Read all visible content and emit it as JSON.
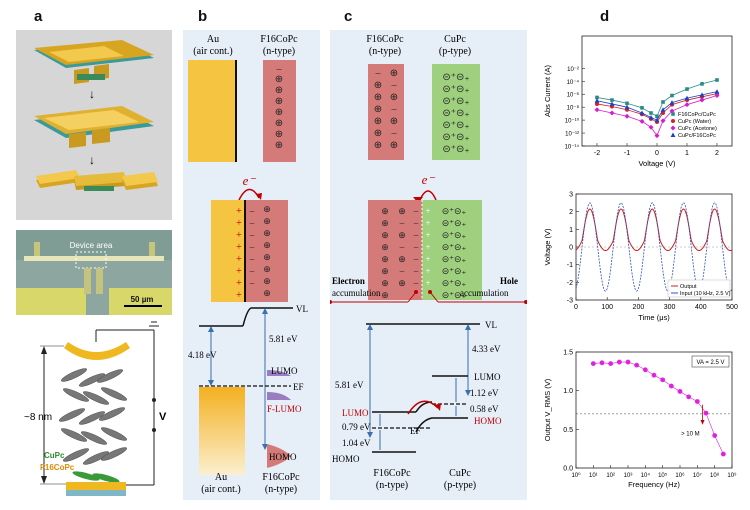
{
  "panels": {
    "a": "a",
    "b": "b",
    "c": "c",
    "d": "d"
  },
  "panel_a": {
    "device_area_label": "Device area",
    "scale_bar": "50 µm",
    "distance_label": "~8 nm",
    "voltage_label": "V",
    "cupc_label": "CuPc",
    "f16copc_label": "F16CoPc"
  },
  "panel_b": {
    "au_title_1": "Au",
    "au_title_2": "(air cont.)",
    "f16_title_1": "F16CoPc",
    "f16_title_2": "(n-type)",
    "electron": "e⁻",
    "vl": "VL",
    "au_wf": "4.18 eV",
    "f16_wf": "5.81 eV",
    "lumo": "LUMO",
    "ef": "EF",
    "f_lumo": "F-LUMO",
    "homo": "HOMO",
    "bottom_au_1": "Au",
    "bottom_au_2": "(air cont.)",
    "bottom_f16_1": "F16CoPc",
    "bottom_f16_2": "(n-type)"
  },
  "panel_c": {
    "f16_title_1": "F16CoPc",
    "f16_title_2": "(n-type)",
    "cupc_title_1": "CuPc",
    "cupc_title_2": "(p-type)",
    "electron": "e⁻",
    "electron_acc_1": "Electron",
    "electron_acc_2": "accumulation",
    "hole_acc_1": "Hole",
    "hole_acc_2": "accumulation",
    "vl": "VL",
    "f16_ip": "5.81 eV",
    "cupc_ip": "4.33 eV",
    "lumo_left": "LUMO",
    "lumo_right": "LUMO",
    "gap_079": "0.79 eV",
    "gap_104": "1.04 eV",
    "gap_112": "1.12 eV",
    "gap_058": "0.58 eV",
    "ef": "EF",
    "homo_left": "HOMO",
    "homo_right": "HOMO",
    "bottom_f16_1": "F16CoPc",
    "bottom_f16_2": "(n-type)",
    "bottom_cupc_1": "CuPc",
    "bottom_cupc_2": "(p-type)"
  },
  "chart_data": [
    {
      "type": "scatter",
      "title": "",
      "xlabel": "Voltage (V)",
      "ylabel": "Abs Current (A)",
      "xlim": [
        -2.5,
        2.5
      ],
      "ylim_log10": [
        -14,
        3
      ],
      "xticks": [
        "-2",
        "-1",
        "0",
        "1",
        "2"
      ],
      "yticks": [
        "10⁻¹⁴",
        "10⁻¹²",
        "10⁻¹⁰",
        "10⁻⁸",
        "10⁻⁶",
        "10⁻⁴",
        "10⁻²"
      ],
      "y_scale": "log",
      "legend_position": "bottom-right",
      "series": [
        {
          "name": "F16CoPc/CuPc",
          "color": "#2a8a8a",
          "marker": "square",
          "x": [
            -2,
            -1.5,
            -1,
            -0.5,
            -0.2,
            0,
            0.2,
            0.5,
            1,
            1.5,
            2
          ],
          "log10y": [
            -6.5,
            -6.9,
            -7.4,
            -8.1,
            -8.9,
            -9.4,
            -7.2,
            -6.2,
            -5.2,
            -4.4,
            -3.8
          ]
        },
        {
          "name": "CuPc (Water)",
          "color": "#d22222",
          "marker": "circle",
          "x": [
            -2,
            -1.5,
            -1,
            -0.5,
            -0.2,
            0,
            0.2,
            0.5,
            1,
            1.5,
            2
          ],
          "log10y": [
            -7.5,
            -7.9,
            -8.4,
            -9.1,
            -9.8,
            -10.3,
            -8.9,
            -7.6,
            -6.9,
            -6.4,
            -5.9
          ]
        },
        {
          "name": "CuPc (Acetone)",
          "color": "#d11fd1",
          "marker": "diamond",
          "x": [
            -2,
            -1.5,
            -1,
            -0.5,
            -0.2,
            0,
            0.2,
            0.5,
            1,
            1.5,
            2
          ],
          "log10y": [
            -8.4,
            -8.9,
            -9.4,
            -10.2,
            -11.1,
            -12.4,
            -10.1,
            -8.6,
            -7.6,
            -6.9,
            -6.2
          ]
        },
        {
          "name": "CuPc/F16CoPc",
          "color": "#1f3fbf",
          "marker": "triangle",
          "x": [
            -2,
            -1.5,
            -1,
            -0.5,
            -0.2,
            0,
            0.2,
            0.5,
            1,
            1.5,
            2
          ],
          "log10y": [
            -7.0,
            -7.5,
            -8.0,
            -8.9,
            -9.6,
            -10.0,
            -8.4,
            -7.3,
            -6.6,
            -6.1,
            -5.6
          ]
        }
      ]
    },
    {
      "type": "line",
      "title": "",
      "xlabel": "Time (μs)",
      "ylabel": "Voltage (V)",
      "xlim": [
        0,
        500
      ],
      "ylim": [
        -3,
        3
      ],
      "xticks": [
        "0",
        "100",
        "200",
        "300",
        "400",
        "500"
      ],
      "yticks": [
        "-3",
        "-2",
        "-1",
        "0",
        "1",
        "2",
        "3"
      ],
      "legend_position": "bottom-right",
      "series": [
        {
          "name": "Output",
          "color": "#cc1f1f",
          "kind": "output",
          "frequency_khz": 10,
          "amplitude_v": 1.8
        },
        {
          "name": "Input (10 kHz, 2.5 V)",
          "color": "#3050c0",
          "kind": "input",
          "frequency_khz": 10,
          "amplitude_v": 2.5
        }
      ]
    },
    {
      "type": "scatter",
      "title": "",
      "xlabel": "Frequency (Hz)",
      "ylabel": "Output V_RMS (V)",
      "x_scale": "log",
      "xlim_log10": [
        0,
        9
      ],
      "ylim": [
        0,
        1.5
      ],
      "xticks": [
        "10⁰",
        "10¹",
        "10²",
        "10³",
        "10⁴",
        "10⁵",
        "10⁶",
        "10⁷",
        "10⁸",
        "10⁹"
      ],
      "yticks": [
        "0.0",
        "0.5",
        "1.0",
        "1.5"
      ],
      "annotation_box": "VA = 2.5 V",
      "annotation_arrow": "> 10 M",
      "dashed_line_y": 0.7,
      "color": "#e022e0",
      "points": {
        "log10x": [
          1,
          1.5,
          2,
          2.5,
          3,
          3.5,
          4,
          4.5,
          5,
          5.5,
          6,
          6.5,
          7,
          7.5,
          8,
          8.5
        ],
        "y": [
          1.35,
          1.36,
          1.35,
          1.37,
          1.37,
          1.33,
          1.27,
          1.2,
          1.14,
          1.06,
          0.99,
          0.92,
          0.86,
          0.71,
          0.42,
          0.18
        ]
      }
    }
  ]
}
